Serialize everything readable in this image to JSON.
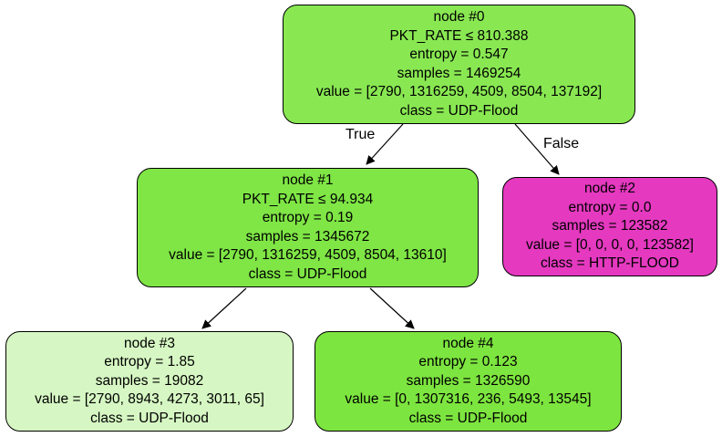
{
  "colors": {
    "node0": "#89e852",
    "node1": "#7fe645",
    "node2": "#e539c0",
    "node3": "#d6f7c3",
    "node4": "#7de53f",
    "stroke": "#000000"
  },
  "edges": {
    "true_label": "True",
    "false_label": "False"
  },
  "nodes": [
    {
      "title": "node #0",
      "split": "PKT_RATE ≤ 810.388",
      "entropy": "entropy = 0.547",
      "samples": "samples = 1469254",
      "value": "value = [2790, 1316259, 4509, 8504, 137192]",
      "class": "class = UDP-Flood"
    },
    {
      "title": "node #1",
      "split": "PKT_RATE ≤ 94.934",
      "entropy": "entropy = 0.19",
      "samples": "samples = 1345672",
      "value": "value = [2790, 1316259, 4509, 8504, 13610]",
      "class": "class = UDP-Flood"
    },
    {
      "title": "node #2",
      "entropy": "entropy = 0.0",
      "samples": "samples = 123582",
      "value": "value = [0, 0, 0, 0, 123582]",
      "class": "class = HTTP-FLOOD"
    },
    {
      "title": "node #3",
      "entropy": "entropy = 1.85",
      "samples": "samples = 19082",
      "value": "value = [2790, 8943, 4273, 3011, 65]",
      "class": "class = UDP-Flood"
    },
    {
      "title": "node #4",
      "entropy": "entropy = 0.123",
      "samples": "samples = 1326590",
      "value": "value = [0, 1307316, 236, 5493, 13545]",
      "class": "class = UDP-Flood"
    }
  ]
}
